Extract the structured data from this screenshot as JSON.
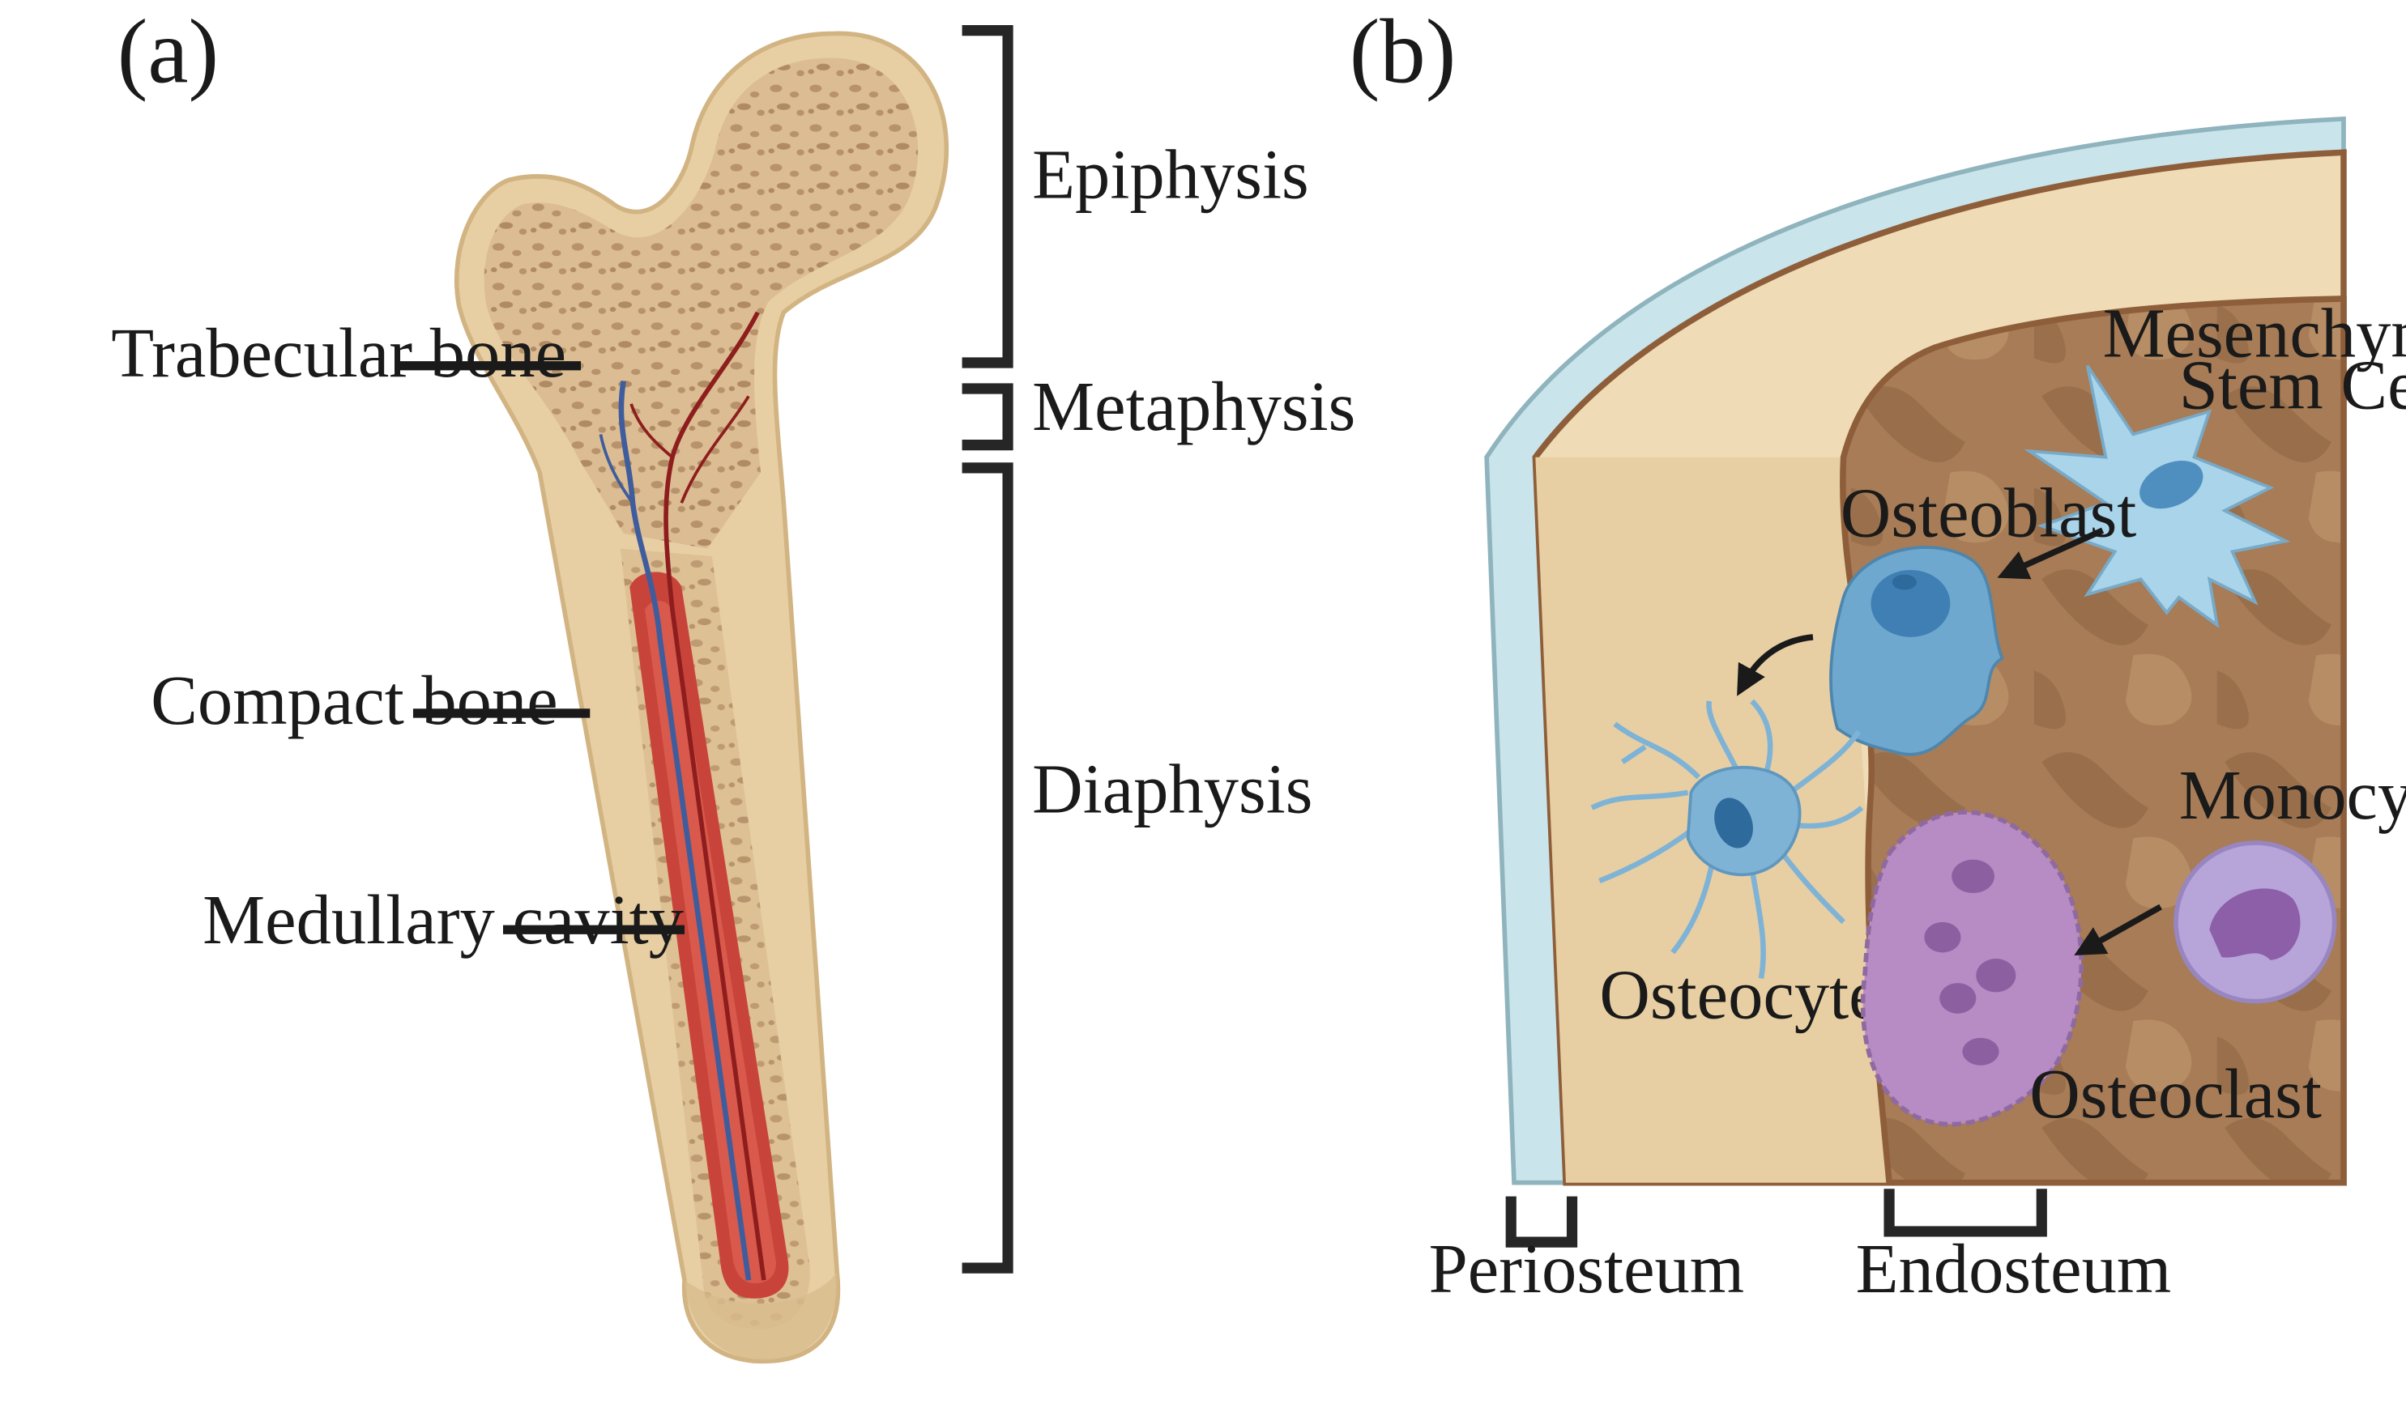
{
  "panel_a": {
    "label": "(a)",
    "bone_labels": {
      "trabecular": "Trabecular bone",
      "compact": "Compact bone",
      "medullary": "Medullary cavity"
    },
    "regions": {
      "epiphysis": "Epiphysis",
      "metaphysis": "Metaphysis",
      "diaphysis": "Diaphysis"
    }
  },
  "panel_b": {
    "label": "(b)",
    "cells": {
      "msc_line1": "Mesenchymal",
      "msc_line2": "Stem Cell",
      "osteoblast": "Osteoblast",
      "osteocyte": "Osteocyte",
      "monocyte": "Monocyte",
      "osteoclast": "Osteoclast"
    },
    "layers": {
      "periosteum": "Periosteum",
      "endosteum": "Endosteum"
    }
  },
  "colors": {
    "bone_outer": "#e7cfa3",
    "trabecular": "#c9a67a",
    "marrow_red": "#c8443a",
    "vessel_blue": "#3f5d9c",
    "periosteum": "#c9e4ea",
    "marrow_brown": "#a77c56",
    "osteoblast": "#6fa8cf",
    "osteocyte": "#7fb3d6",
    "msc": "#a9d4ea",
    "osteoclast": "#b78bc3",
    "monocyte": "#b7a4d8"
  }
}
